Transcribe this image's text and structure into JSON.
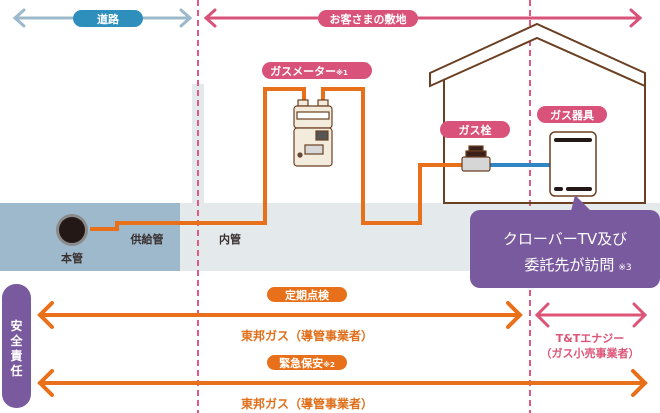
{
  "colors": {
    "road": "#9bb9cb",
    "road_label": "#2e8fbc",
    "premises": "#d9527a",
    "pipe": "#e8701a",
    "pipe_blue": "#2f86c2",
    "ground_left": "#9db9cb",
    "ground_right": "#e4e9ec",
    "house": "#6b3f22",
    "responsibility": "#7a5a9e",
    "text_dark": "#3a3030"
  },
  "top": {
    "road_label": "道路",
    "premises_label": "お客さまの敷地"
  },
  "labels": {
    "gas_meter": "ガスメーター",
    "gas_meter_note": "※1",
    "gas_cock": "ガス栓",
    "gas_appliance": "ガス器具",
    "main_pipe": "本管",
    "supply_pipe": "供給管",
    "inner_pipe": "内管"
  },
  "bubble": {
    "line1": "クローバーTV及び",
    "line2": "委託先が訪問",
    "note": "※3"
  },
  "responsibility": {
    "side_label": [
      "安",
      "全",
      "責",
      "任"
    ],
    "periodic": {
      "label": "定期点検",
      "owner": "東邦ガス（導管事業者）"
    },
    "retailer": {
      "line1": "T&Tエナジー",
      "line2": "（ガス小売事業者）"
    },
    "emergency": {
      "label": "緊急保安",
      "note": "※2",
      "owner": "東邦ガス（導管事業者）"
    }
  }
}
